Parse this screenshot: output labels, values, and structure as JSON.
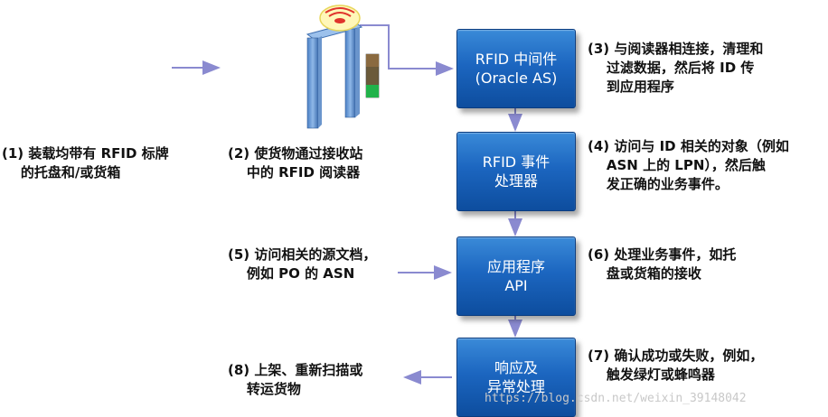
{
  "steps": {
    "s1": "(1) 装载均带有 RFID 标牌\n    的托盘和/或货箱",
    "s2": "(2) 使货物通过接收站\n    中的 RFID 阅读器",
    "s3": "(3) 与阅读器相连接，清理和\n    过滤数据，然后将 ID 传\n    到应用程序",
    "s4": "(4) 访问与 ID 相关的对象（例如\n    ASN 上的 LPN），然后触\n    发正确的业务事件。",
    "s5": "(5) 访问相关的源文档，\n    例如 PO 的 ASN",
    "s6": "(6) 处理业务事件，如托\n    盘或货箱的接收",
    "s7": "(7) 确认成功或失败，例如，\n    触发绿灯或蜂鸣器",
    "s8": "(8) 上架、重新扫描或\n    转运货物"
  },
  "boxes": {
    "b1": "RFID 中间件\n(Oracle AS)",
    "b2": "RFID 事件\n处理器",
    "b3": "应用程序\nAPI",
    "b4": "响应及\n异常处理"
  },
  "watermark": "https://blog.csdn.net/weixin_39148042",
  "colors": {
    "box_top": "#3a8ad8",
    "box_bottom": "#0d4d9e",
    "arrow": "#8a8ad0",
    "gate": "#6fa0d8",
    "signal": "#e0342c"
  },
  "icons": [
    "rfid-reader-gate-icon",
    "signal-waves-icon",
    "indicator-light-icon"
  ]
}
